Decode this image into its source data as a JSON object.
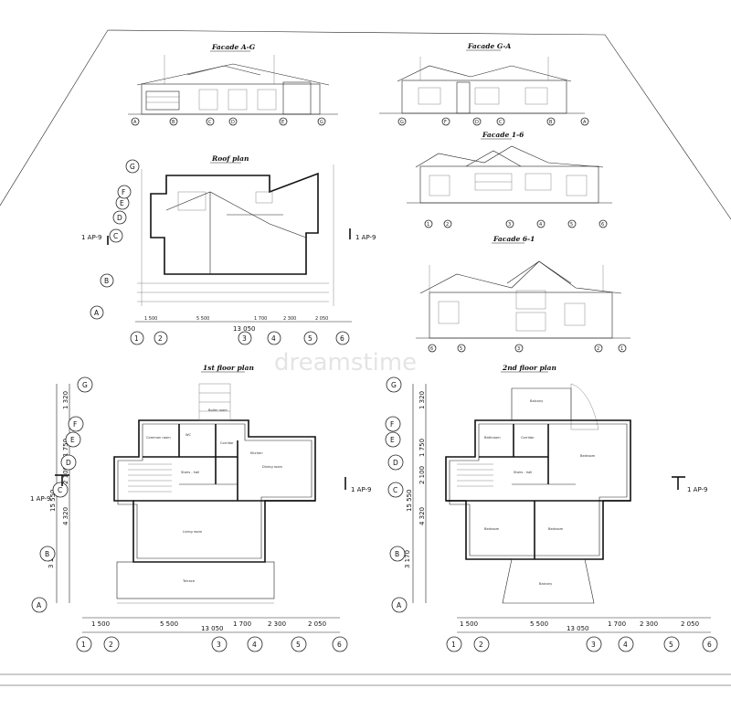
{
  "watermark": "dreamstime",
  "titles": {
    "facade_ag": "Facade A-G",
    "facade_ga": "Facade G-A",
    "roof_plan": "Roof plan",
    "facade_16": "Facade 1-6",
    "facade_61": "Facade 6-1",
    "floor1": "1st floor plan",
    "floor2": "2nd floor plan"
  },
  "section_mark": "1 AP-9",
  "axes": {
    "numbers": [
      "1",
      "2",
      "3",
      "4",
      "5",
      "6"
    ],
    "letters": [
      "A",
      "B",
      "C",
      "D",
      "E",
      "F",
      "G"
    ],
    "facade_ag_letters": [
      "A",
      "B",
      "C",
      "D",
      "E",
      "G"
    ],
    "facade_ga_letters": [
      "G",
      "F",
      "D",
      "C",
      "B",
      "A"
    ],
    "facade_61_numbers": [
      "6",
      "5",
      "3",
      "2",
      "1"
    ]
  },
  "dims": {
    "horizontal": [
      "1 500",
      "5 500",
      "1 700",
      "2 300",
      "2 050"
    ],
    "total": "13 050",
    "roof_total": "13 050",
    "vertical": [
      "3 170",
      "4 320",
      "2 100",
      "1 750",
      "1 320",
      "15 550"
    ]
  },
  "rooms": {
    "floor1": [
      "Living room",
      "Dining room",
      "Stairs - hall",
      "Corridor",
      "Common room",
      "WC",
      "Terrace",
      "Kitchen",
      "Boiler room"
    ],
    "floor2": [
      "Bedroom",
      "Bedroom",
      "Stairs - hall",
      "Bathroom",
      "Bedroom",
      "Balcony",
      "Corridor",
      "Balcony"
    ]
  }
}
